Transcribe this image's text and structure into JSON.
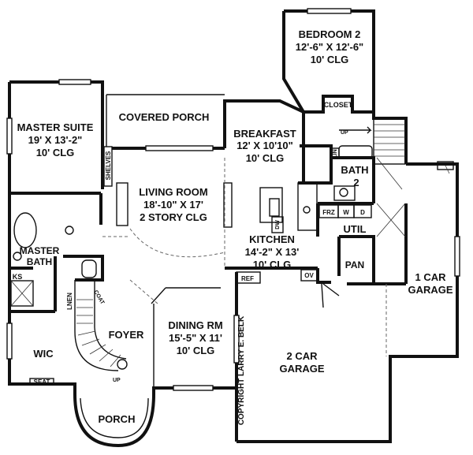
{
  "rooms": {
    "bedroom2": {
      "name": "BEDROOM 2",
      "dims": "12'-6\" X 12'-6\"",
      "clg": "10' CLG"
    },
    "master_suite": {
      "name": "MASTER SUITE",
      "dims": "19' X 13'-2\"",
      "clg": "10' CLG"
    },
    "covered_porch": {
      "name": "COVERED PORCH"
    },
    "breakfast": {
      "name": "BREAKFAST",
      "dims": "12' X 10'10\"",
      "clg": "10' CLG"
    },
    "living_room": {
      "name": "LIVING ROOM",
      "dims": "18'-10\" X 17'",
      "clg": "2 STORY CLG"
    },
    "kitchen": {
      "name": "KITCHEN",
      "dims": "14'-2\" X 13'",
      "clg": "10' CLG"
    },
    "bath2": {
      "name": "BATH",
      "num": "2"
    },
    "util": {
      "name": "UTIL"
    },
    "pan": {
      "name": "PAN"
    },
    "master_bath": {
      "name_1": "MASTER",
      "name_2": "BATH"
    },
    "foyer": {
      "name": "FOYER"
    },
    "dining": {
      "name": "DINING RM",
      "dims": "15'-5\" X 11'",
      "clg": "10' CLG"
    },
    "one_car_garage": {
      "name_1": "1 CAR",
      "name_2": "GARAGE"
    },
    "two_car_garage": {
      "name_1": "2 CAR",
      "name_2": "GARAGE"
    },
    "wic": {
      "name": "WIC"
    },
    "porch": {
      "name": "PORCH"
    }
  },
  "fixtures": {
    "closet": "CLOSET",
    "shelves": "SHELVES",
    "up_rear": "UP",
    "up_front": "UP",
    "lin": "LIN",
    "frz": "FRZ",
    "w": "W",
    "d": "D",
    "dw": "DW",
    "ref": "REF",
    "ov": "OV",
    "ks": "KS",
    "lnen": "LNEN",
    "coat": "COAT",
    "seat": "SEAT"
  },
  "copyright": "COPYRIGHT LARRY E. BELK"
}
